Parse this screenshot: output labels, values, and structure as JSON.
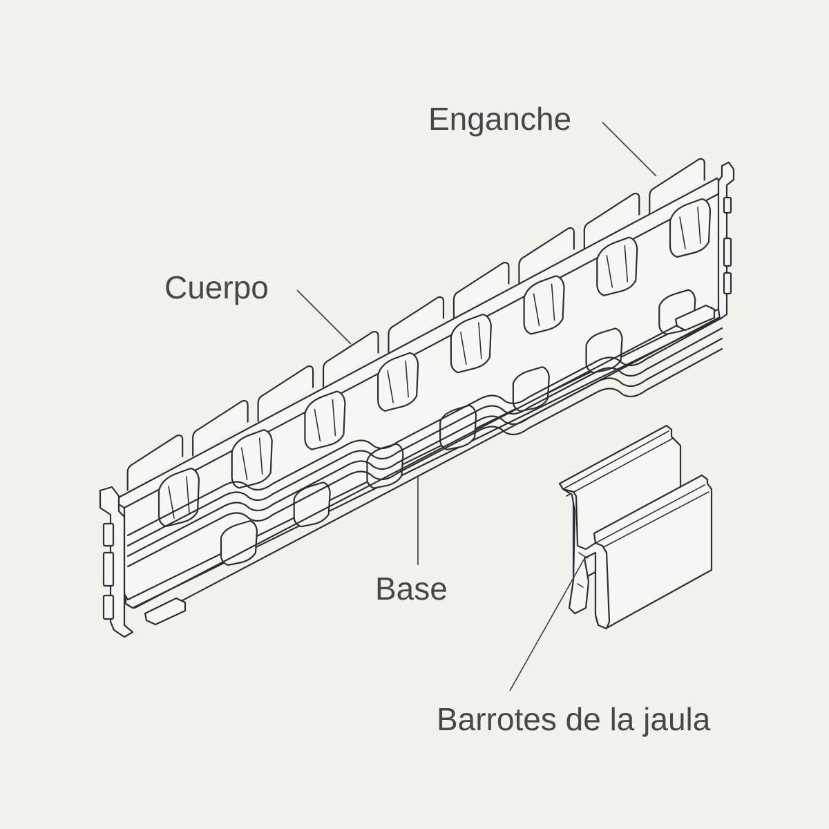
{
  "labels": {
    "enganche": "Enganche",
    "cuerpo": "Cuerpo",
    "base": "Base",
    "barrotes": "Barrotes de la jaula"
  },
  "colors": {
    "background": "#f2f1ec",
    "line": "#2e2e2e",
    "text": "#474747"
  },
  "counts": {
    "hook_tabs": 9,
    "cage_bar_pockets": 8
  }
}
